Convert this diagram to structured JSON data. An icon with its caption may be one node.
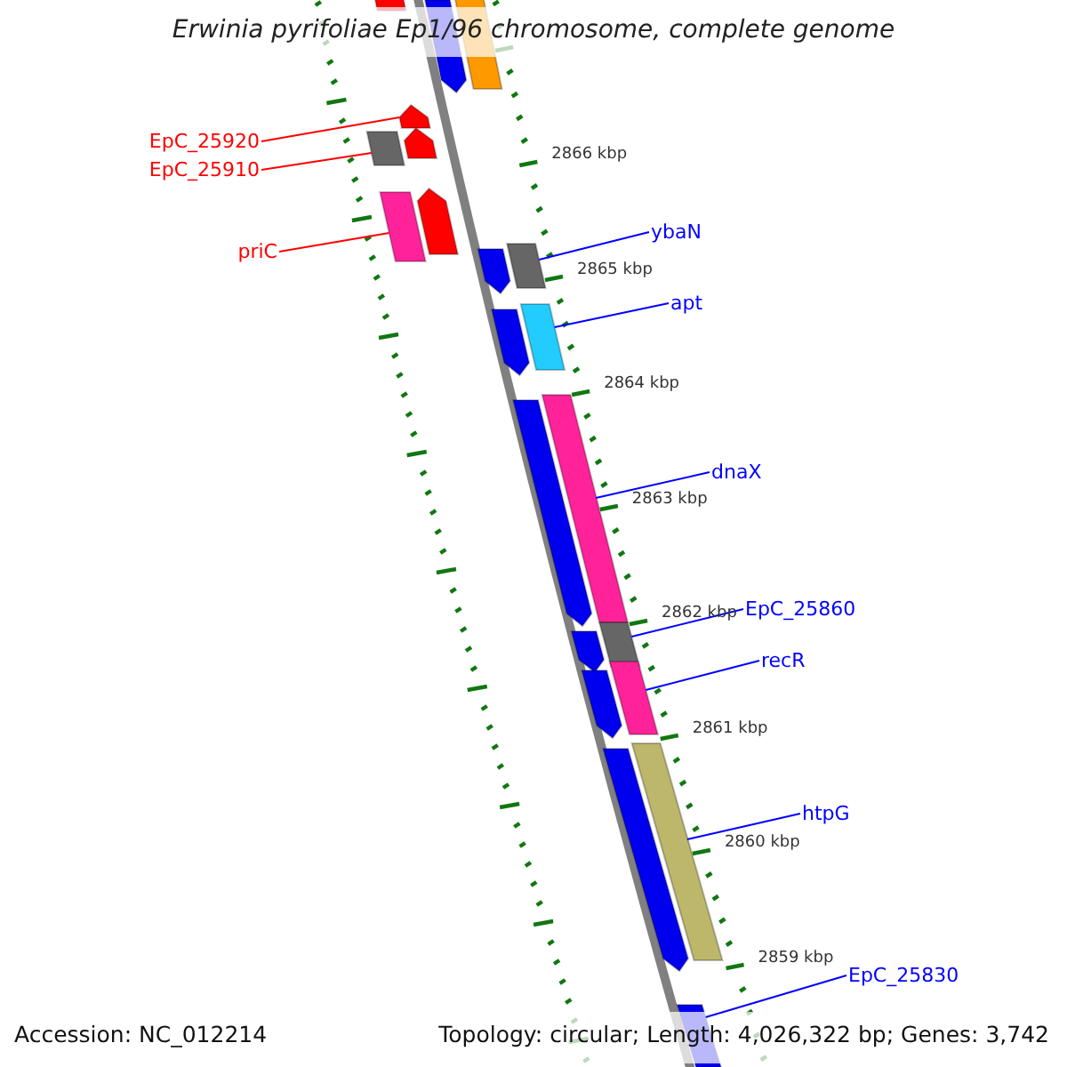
{
  "diagram": {
    "title": "Erwinia pyrifoliae Ep1/96 chromosome, complete genome",
    "nodes": [
      {
        "text": [
          "EpC_25920"
        ]
      },
      {
        "text": [
          "EpC_25910"
        ]
      },
      {
        "text": [
          "priC"
        ]
      },
      {
        "text": [
          "ybaN"
        ]
      },
      {
        "text": [
          "apt"
        ]
      },
      {
        "text": [
          "dnaX"
        ]
      },
      {
        "text": [
          "EpC_25860"
        ]
      },
      {
        "text": [
          "recR"
        ]
      },
      {
        "text": [
          "htpG"
        ]
      },
      {
        "text": [
          "EpC_25830"
        ]
      },
      {
        "text": [],
        "shape": "bar"
      },
      {
        "text": [],
        "shape": "bar"
      },
      {
        "text": [],
        "shape": "bar"
      },
      {
        "text": [],
        "shape": "bar"
      },
      {
        "text": [],
        "shape": "bar"
      },
      {
        "text": [],
        "shape": "bar"
      },
      {
        "text": [],
        "shape": "bar"
      },
      {
        "text": [],
        "shape": "bar"
      },
      {
        "text": [],
        "shape": "bar"
      },
      {
        "text": [],
        "shape": "bar"
      },
      {
        "text": [],
        "shape": "bar"
      },
      {
        "text": [],
        "shape": "bar"
      },
      {
        "text": [],
        "shape": "bar"
      },
      {
        "text": [],
        "shape": "bar"
      },
      {
        "text": [],
        "shape": "bar"
      },
      {
        "text": [],
        "shape": "bar"
      },
      {
        "text": [],
        "shape": "bar"
      },
      {
        "text": [],
        "shape": "bar"
      },
      {
        "text": [],
        "shape": "bar"
      },
      {
        "text": [],
        "shape": "bar"
      },
      {
        "text": [],
        "shape": "bar"
      }
    ],
    "edges": [
      {
        "from": 0,
        "to": 13,
        "arrow": "none",
        "color": "#ff0000"
      },
      {
        "from": 1,
        "to": 14,
        "arrow": "none",
        "color": "#ff0000"
      },
      {
        "from": 2,
        "to": 16,
        "arrow": "none",
        "color": "#ff0000"
      },
      {
        "from": 3,
        "to": 19,
        "arrow": "none"
      },
      {
        "from": 4,
        "to": 21,
        "arrow": "none"
      },
      {
        "from": 5,
        "to": 23,
        "arrow": "none"
      },
      {
        "from": 6,
        "to": 25,
        "arrow": "none"
      },
      {
        "from": 7,
        "to": 27,
        "arrow": "none"
      },
      {
        "from": 8,
        "to": 29,
        "arrow": "none"
      },
      {
        "from": 9,
        "to": 30,
        "arrow": "none"
      }
    ],
    "labels": [
      "2866 kbp",
      "2865 kbp",
      "2864 kbp",
      "2863 kbp",
      "2862 kbp",
      "2861 kbp",
      "2860 kbp",
      "2859 kbp",
      "Accession: NC_012214",
      "Topology: circular; Length: 4,026,322 bp; Genes: 3,742"
    ]
  }
}
